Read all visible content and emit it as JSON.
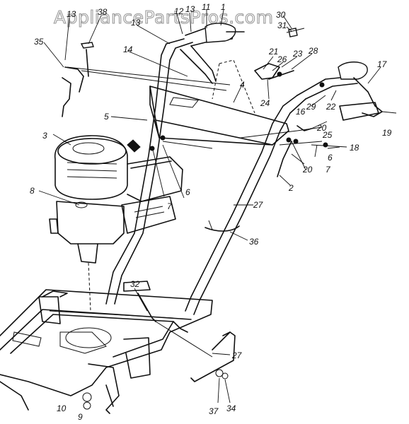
{
  "watermark": "AppliancePartsPros.com",
  "callouts": {
    "p1": "1",
    "p2": "2",
    "p3": "3",
    "p4": "4",
    "p5": "5",
    "p6a": "6",
    "p6b": "6",
    "p7a": "7",
    "p7b": "7",
    "p8": "8",
    "p9": "9",
    "p10": "10",
    "p11": "11",
    "p12": "12",
    "p13a": "13",
    "p13b": "13",
    "p14": "14",
    "p16": "16",
    "p17": "17",
    "p18": "18",
    "p19": "19",
    "p20a": "20",
    "p20b": "20",
    "p21": "21",
    "p22": "22",
    "p23": "23",
    "p24": "24",
    "p25": "25",
    "p26": "26",
    "p27a": "27",
    "p27b": "27",
    "p28": "28",
    "p29": "29",
    "p30": "30",
    "p31": "31",
    "p32": "32",
    "p34": "34",
    "p35": "35",
    "p36": "36",
    "p37": "37",
    "p38": "38"
  }
}
